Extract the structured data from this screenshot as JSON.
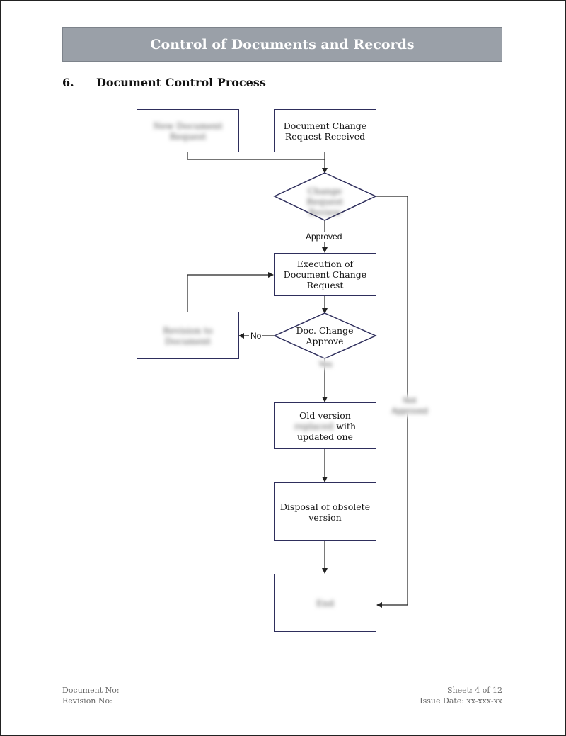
{
  "header": {
    "title": "Control of Documents and Records"
  },
  "section": {
    "number": "6.",
    "title": "Document Control Process"
  },
  "flowchart": {
    "new_document_request": "New Document Request",
    "change_request_received": "Document Change Request Received",
    "review_decision": "Change Request Review",
    "approved_label": "Approved",
    "execution": "Execution of Document Change Request",
    "revision": "Revision to Document",
    "no_label": "No",
    "approve_decision": "Doc. Change Approve",
    "yes_label": "Yes",
    "not_approved_label": "Not Approved",
    "old_version_line1": "Old version",
    "old_version_line2_hidden": "replaced",
    "old_version_line2_visible": "with",
    "old_version_line3": "updated one",
    "disposal": "Disposal of obsolete version",
    "end": "End"
  },
  "footer": {
    "document_no": "Document No:",
    "revision_no": "Revision No:",
    "sheet": "Sheet: 4 of 12",
    "issue_date": "Issue Date: xx-xxx-xx"
  }
}
